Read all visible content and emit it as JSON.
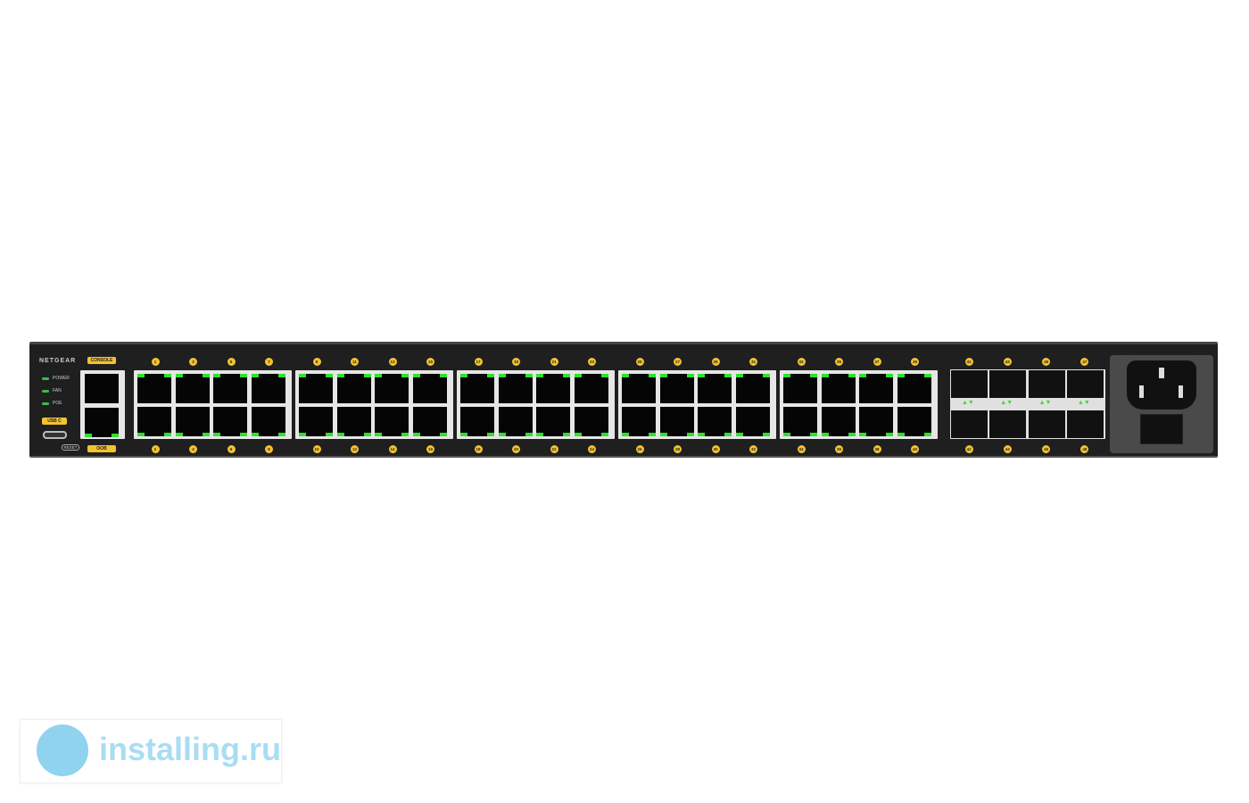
{
  "device": {
    "brand": "NETGEAR",
    "console_label": "CONSOLE",
    "oob_label": "OOB",
    "usb_label": "USB C",
    "reset_label": "RESET",
    "leds": [
      "POWER",
      "FAN",
      "POE"
    ],
    "port_groups": [
      {
        "top": [
          "1",
          "3",
          "5",
          "7"
        ],
        "bottom": [
          "2",
          "4",
          "6",
          "8"
        ]
      },
      {
        "top": [
          "9",
          "11",
          "13",
          "15"
        ],
        "bottom": [
          "10",
          "12",
          "14",
          "16"
        ]
      },
      {
        "top": [
          "17",
          "19",
          "21",
          "23"
        ],
        "bottom": [
          "18",
          "20",
          "22",
          "24"
        ]
      },
      {
        "top": [
          "25",
          "27",
          "29",
          "31"
        ],
        "bottom": [
          "26",
          "28",
          "30",
          "32"
        ]
      },
      {
        "top": [
          "33",
          "35",
          "37",
          "39"
        ],
        "bottom": [
          "34",
          "36",
          "38",
          "40"
        ]
      }
    ],
    "sfp": {
      "top": [
        "41",
        "43",
        "45",
        "47"
      ],
      "bottom": [
        "42",
        "44",
        "46",
        "48"
      ]
    },
    "colors": {
      "label": "#f2c230",
      "link_led": "#2fe02f",
      "body": "#1f1f1f"
    }
  },
  "watermark": {
    "text": "installing.ru"
  }
}
